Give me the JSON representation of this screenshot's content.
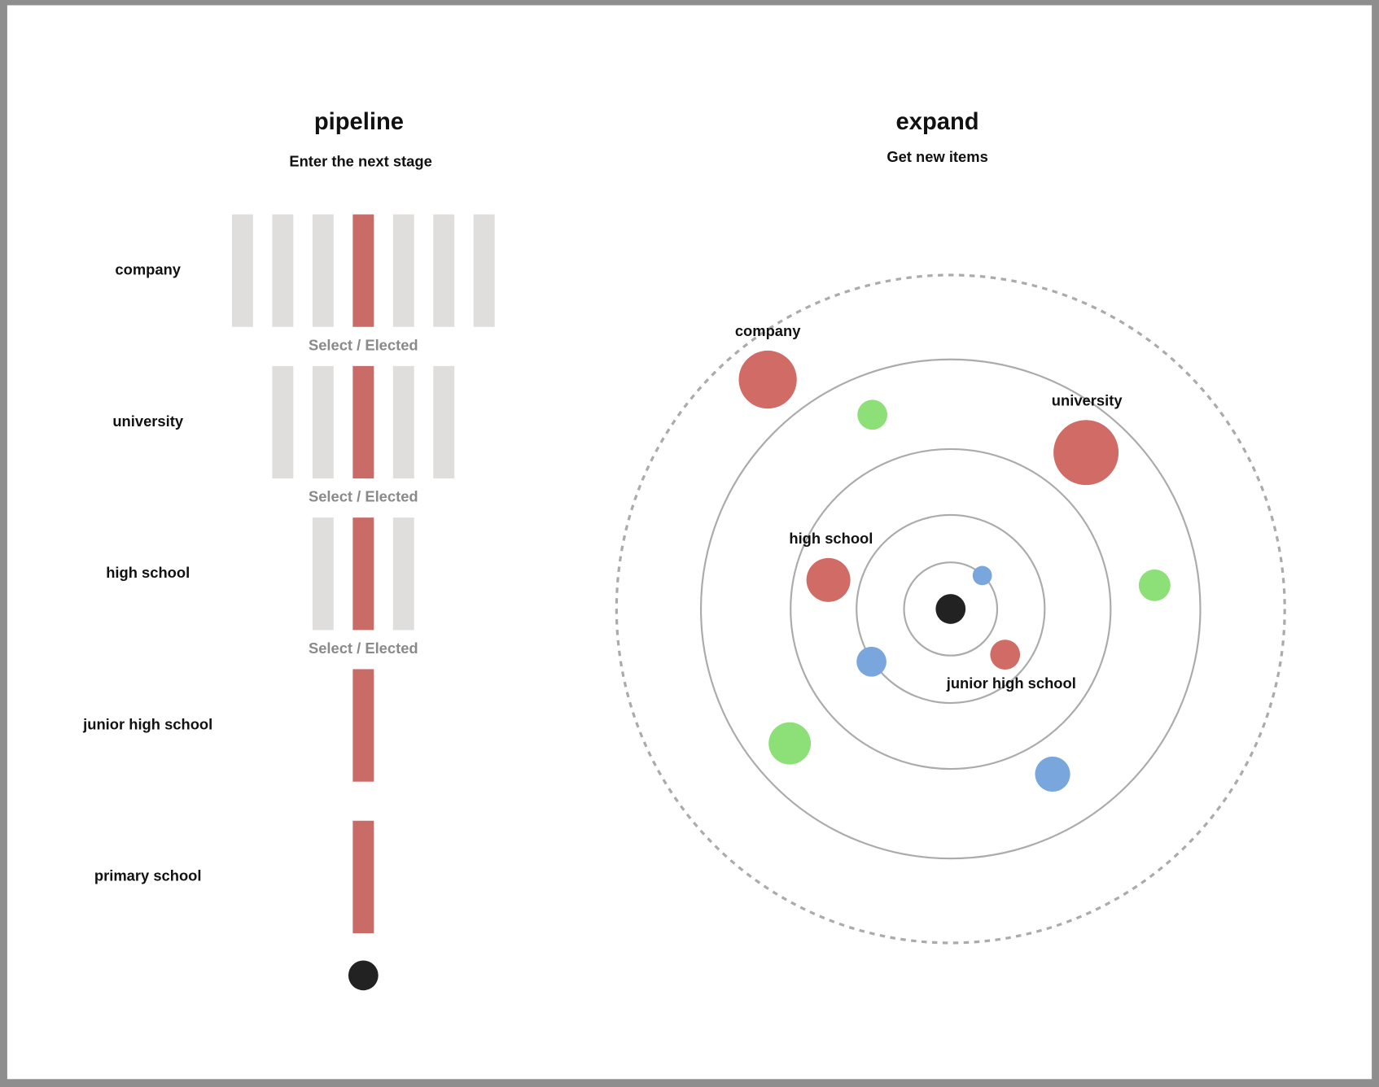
{
  "colors": {
    "selected": "#c96b67",
    "unselected": "#dfdedd",
    "red": "#d06b66",
    "green": "#8ddf78",
    "blue": "#79a6dd",
    "core": "#222222"
  },
  "pipeline": {
    "title": "pipeline",
    "subtitle": "Enter the next stage",
    "transition_label": "Select / Elected",
    "stages": [
      {
        "label": "company",
        "bar_count": 7
      },
      {
        "label": "university",
        "bar_count": 5
      },
      {
        "label": "high school",
        "bar_count": 3
      },
      {
        "label": "junior high school",
        "bar_count": 1
      },
      {
        "label": "primary school",
        "bar_count": 1
      }
    ]
  },
  "expand": {
    "title": "expand",
    "subtitle": "Get new items",
    "labels": {
      "company": "company",
      "university": "university",
      "high_school": "high school",
      "junior_high_school": "junior high school"
    }
  }
}
